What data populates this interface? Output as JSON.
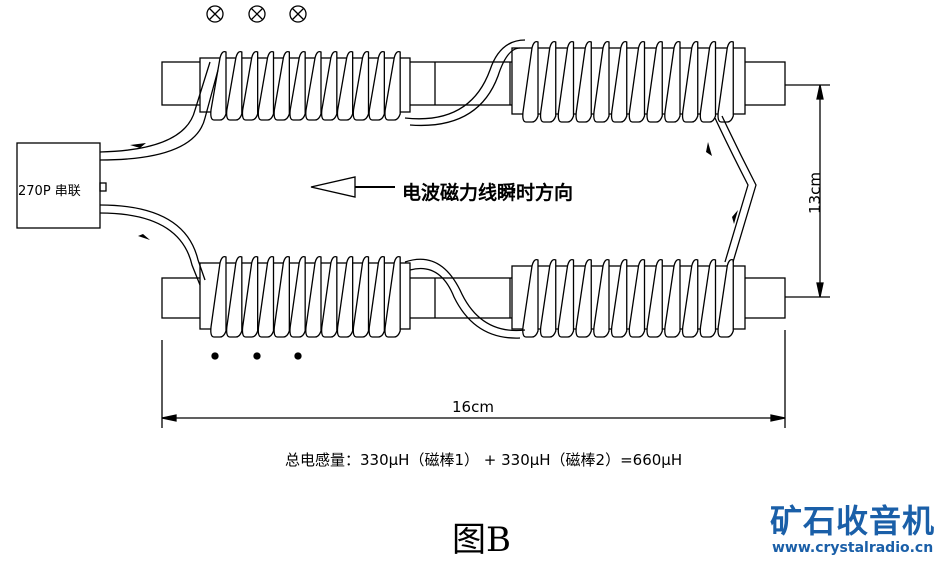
{
  "capacitor_label": "270P 串联",
  "direction_label": "电波磁力线瞬时方向",
  "width_dimension": "16cm",
  "height_dimension": "13cm",
  "total_inductance": "总电感量：330μH（磁棒1） + 330μH（磁棒2）=660μH",
  "figure_label": "图B",
  "watermark": {
    "name": "矿石收音机",
    "url": "www.crystalradio.cn",
    "color": "#1a5fa8"
  },
  "symbols": {
    "current_in": "cross-circle",
    "current_out": "dot"
  }
}
